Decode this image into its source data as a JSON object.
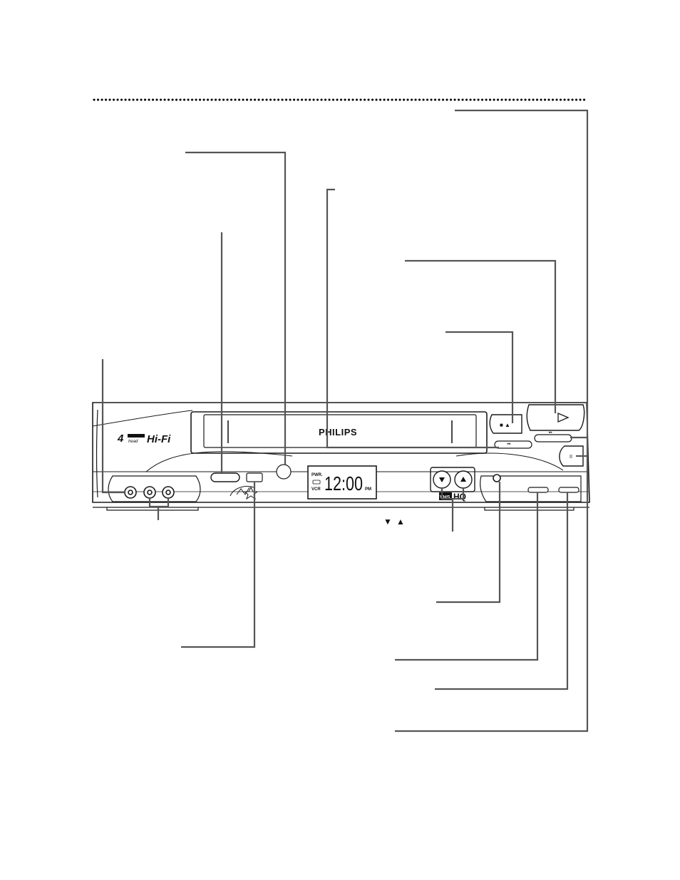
{
  "vcr": {
    "brand": "PHILIPS",
    "hifi_logo": "Hi-Fi",
    "head_badge_digit": "4",
    "head_badge_top": "VIDEO",
    "head_badge_bottom": "head",
    "display": {
      "time": "12:00",
      "pwr": "PWR.",
      "vcr": "VCR",
      "pm": "PM",
      "cassette_icon": "cassette-icon"
    },
    "vhs_hq": "VHS",
    "hq": "HQ",
    "rewind_symbol": "◂◂",
    "ffwd_symbol": "▸▸",
    "pause_symbol": "II",
    "stop_eject_symbol": "■ ▲",
    "energy_star_logo": "energy-star-logo"
  },
  "arrow_glyphs": [
    "▼",
    "▲"
  ],
  "colors": {
    "line": "#555555",
    "outline": "#1a1a1a",
    "dots": "#000000"
  }
}
